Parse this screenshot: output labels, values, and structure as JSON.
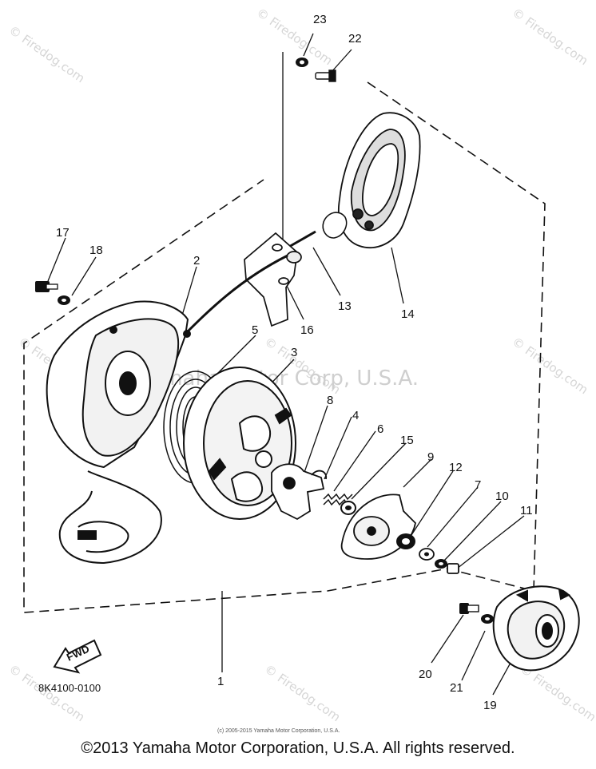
{
  "watermarks": {
    "site": "© Firedog.com",
    "owner": "Yamaha Motor Corp, U.S.A."
  },
  "callouts": [
    "1",
    "2",
    "3",
    "4",
    "5",
    "6",
    "7",
    "8",
    "9",
    "10",
    "11",
    "12",
    "13",
    "14",
    "15",
    "16",
    "17",
    "18",
    "19",
    "20",
    "21",
    "22",
    "23"
  ],
  "diagram_code": "8K4100-0100",
  "arrow_label": "FWD",
  "fine_print": "(c) 2005-2015 Yamaha Motor Corporation, U.S.A.",
  "copyright": "©2013 Yamaha Motor Corporation, U.S.A. All rights reserved."
}
